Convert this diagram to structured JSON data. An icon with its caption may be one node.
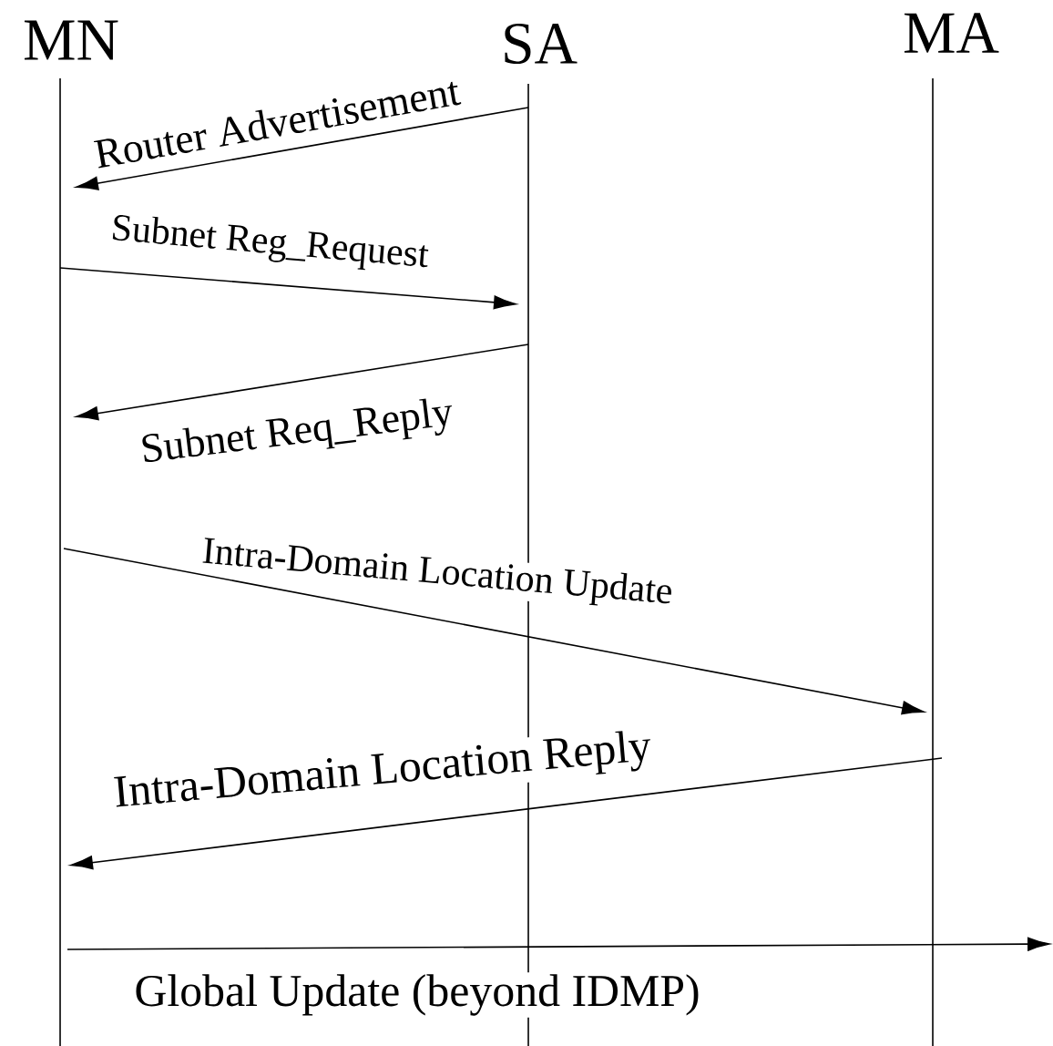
{
  "diagram": {
    "nodes": [
      {
        "text": [
          "MN"
        ]
      },
      {
        "text": [
          "SA"
        ]
      },
      {
        "text": [
          "MA"
        ]
      },
      {
        "text": [],
        "shape": "line"
      },
      {
        "text": [],
        "shape": "line"
      },
      {
        "text": [],
        "shape": "line"
      }
    ],
    "edges": [
      {
        "from": 4,
        "to": 3,
        "arrow": "to",
        "label": "Router Advertisement"
      },
      {
        "from": 3,
        "to": 4,
        "arrow": "to",
        "label": "Subnet Reg_Request"
      },
      {
        "from": 4,
        "to": 3,
        "arrow": "to",
        "label": "Subnet Req_Reply"
      },
      {
        "from": 3,
        "to": 5,
        "arrow": "to",
        "label": "Intra-Domain Location Update"
      },
      {
        "from": 5,
        "to": 3,
        "arrow": "to",
        "label": "Intra-Domain Location Reply"
      },
      {
        "from": 3,
        "to": null,
        "arrow": "to",
        "label": "Global Update (beyond IDMP)"
      }
    ]
  }
}
